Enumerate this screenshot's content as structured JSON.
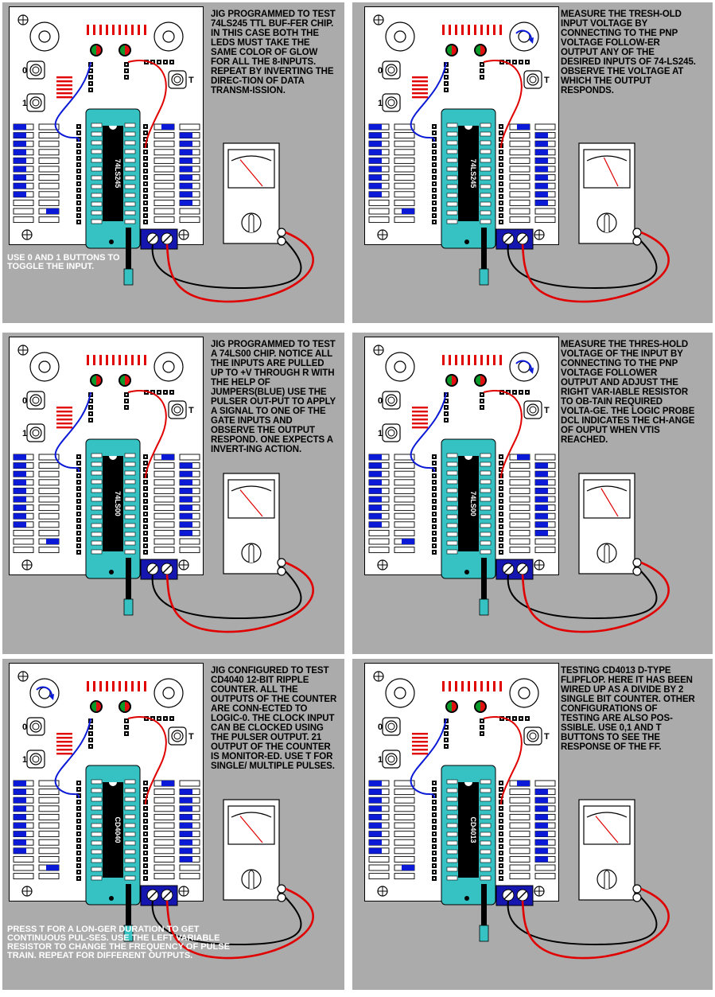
{
  "panels": [
    {
      "chip": "74LS245",
      "description": "JIG PROGRAMMED TO TEST 74LS245 TTL BUF-FER CHIP. IN THIS CASE BOTH THE LEDS MUST TAKE THE SAME COLOR OF GLOW FOR ALL THE 8-INPUTS. REPEAT BY INVERTING THE DIREC-TION OF DATA TRANSM-ISSION.",
      "note": "USE 0 AND 1 BUTTONS TO TOGGLE THE INPUT.",
      "left_knob_arrow": false,
      "right_knob_arrow": false,
      "needle_fraction": 0.3
    },
    {
      "chip": "74LS245",
      "description": "MEASURE THE TRESH-OLD INPUT VOLTAGE BY CONNECTING TO THE PNP VOLTAGE FOLLOW-ER OUTPUT ANY OF THE DESIRED INPUTS OF 74-LS245. OBSERVE THE VOLTAGE AT WHICH THE OUTPUT RESPONDS.",
      "note": "",
      "left_knob_arrow": false,
      "right_knob_arrow": true,
      "needle_fraction": 0.45
    },
    {
      "chip": "74LS00",
      "description": "JIG PROGRAMMED TO TEST A 74LS00 CHIP. NOTICE ALL THE INPUTS ARE PULLED UP TO +V THROUGH R WITH THE HELP OF JUMPERS(BLUE) USE THE PULSER OUT-PUT TO APPLY A SIGNAL TO ONE OF THE GATE INPUTS AND OBSERVE THE OUTPUT RESPOND. ONE EXPECTS A INVERT-ING ACTION.",
      "note": "",
      "left_knob_arrow": false,
      "right_knob_arrow": false,
      "needle_fraction": 0.3
    },
    {
      "chip": "74LS00",
      "description": "MEASURE THE THRES-HOLD VOLTAGE OF THE INPUT BY CONNECTING TO THE PNP VOLTAGE FOLLOWER OUTPUT AND ADJUST THE RIGHT VAR-IABLE RESISTOR TO OB-TAIN REQUIRED VOLTA-GE. THE LOGIC PROBE DCL INDICATES THE CH-ANGE OF OUPUT WHEN VTIS REACHED.",
      "note": "",
      "left_knob_arrow": false,
      "right_knob_arrow": true,
      "needle_fraction": 0.4
    },
    {
      "chip": "CD4040",
      "description": "JIG CONFIGURED TO TEST CD4040 12-BIT RIPPLE COUNTER. ALL THE OUTPUTS OF THE COUNTER ARE CONN-ECTED TO LOGIC-0. THE CLOCK INPUT CAN BE CLOCKED USING THE PULSER OUTPUT. 21 OUTPUT OF THE COUNTER IS MONITOR-ED. USE T FOR SINGLE/ MULTIPLE PULSES.",
      "note": "PRESS T FOR A LON-GER DURATION TO GET CONTINUOUS PUL-SES. USE THE LEFT VARIABLE RESISTOR TO CHANGE THE FREQUENCY OF PULSE TRAIN. REPEAT FOR DIFFERENT OUTPUTS.",
      "left_knob_arrow": true,
      "right_knob_arrow": false,
      "needle_fraction": 0.3
    },
    {
      "chip": "CD4013",
      "description": "TESTING CD4013 D-TYPE FLIPFLOP. HERE IT HAS BEEN WIRED UP AS A DIVIDE BY 2 SINGLE BIT COUNTER. OTHER CONFIGURATIONS OF TESTING ARE ALSO POS-SSIBLE. USE 0,1 AND T BUTTONS TO SEE THE RESPONSE OF THE FF.",
      "note": "",
      "left_knob_arrow": false,
      "right_knob_arrow": false,
      "needle_fraction": 0.3
    }
  ],
  "labels": {
    "button_0": "0",
    "button_1": "1",
    "button_t": "T"
  },
  "colors": {
    "panel_bg": "#ababab",
    "socket": "#36c2c2",
    "chip": "#000000",
    "jumper_blue": "#0b1ad6",
    "wire_red": "#e00000",
    "terminal_block": "#1515b0"
  }
}
